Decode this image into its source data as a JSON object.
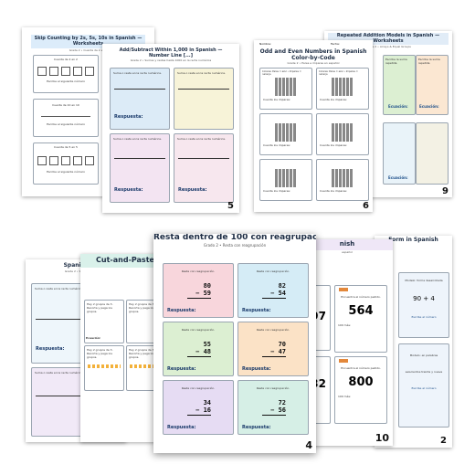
{
  "sheets": {
    "skip": {
      "title": "Skip Counting by 2s, 5s, 10s in Spanish — Worksheets",
      "subtitle": "Grade 2 • Cuenta de 2 en 2",
      "rows": [
        "Cuenta de 2 en 2",
        "Cuenta de 10 en 10",
        "Cuenta de 5 en 5"
      ],
      "prompt": "Escribe el siguiente número"
    },
    "add": {
      "title": "Add/Subtract Within 1,000 in Spanish — Number Line [...]",
      "subtitle": "Grade 2 • Sumas y restas hasta 1000 en la recta numérica",
      "card_text": "Suma o resta en la recta numérica.",
      "answer": "Respuesta:",
      "page": "5"
    },
    "odd": {
      "title": "Odd and Even Numbers in Spanish Color-by-Code",
      "subtitle": "Grade 2 • Pares e impares en español",
      "header_name": "Nombre:",
      "header_date": "Fecha:",
      "card_text": "Colorea: Pares = azul • Impares = naranja",
      "card_label": "Cuenta los impares:",
      "page": "6"
    },
    "rep": {
      "title": "Repeated Addition Models in Spanish — Worksheets",
      "subtitle": "Grade 2 • Arrays & Equal Groups",
      "header_name": "Nombre:",
      "header_date": "Fecha:",
      "card_text": "Escribe la suma repetida",
      "equation": "Ecuación:",
      "page": "9"
    },
    "spanish": {
      "title": "Spanish",
      "subtitle": "Grade 2 • Suma",
      "card_text": "Suma o resta en la recta numérica.",
      "answer": "Respuesta:"
    },
    "cut": {
      "title": "Cut-and-Paste",
      "card_text": "Hay 2 grupos de 3. Recorta y pega los grupos.",
      "label": "Ecuación:"
    },
    "resta": {
      "title": "Resta dentro de 100 con reagrupación",
      "subtitle": "Grado 2 • Resta con reagrupación",
      "card_text": "Resta con reagrupación.",
      "answer": "Respuesta:",
      "page": "4",
      "problems": [
        {
          "top": "80",
          "bottom": "− 59",
          "color": "#f8d6dc"
        },
        {
          "top": "82",
          "bottom": "− 54",
          "color": "#d5ecf6"
        },
        {
          "top": "55",
          "bottom": "− 48",
          "color": "#dcefd2"
        },
        {
          "top": "70",
          "bottom": "− 47",
          "color": "#fbe2c6"
        },
        {
          "top": "34",
          "bottom": "− 16",
          "color": "#e6dcf3"
        },
        {
          "top": "72",
          "bottom": "− 56",
          "color": "#d6efe6"
        }
      ]
    },
    "nish": {
      "title": "nish",
      "subtitle": "español",
      "numbers": [
        "97",
        "564",
        "32",
        "800"
      ],
      "card_text": "Encuentra el número pedido.",
      "footer": "100 más:",
      "page": "10"
    },
    "form": {
      "title": "Form in Spanish",
      "items": [
        {
          "label": "Modelo: forma desarrollada",
          "value": "90 + 4",
          "footer": "Escribe el número"
        },
        {
          "label": "Modelo: en palabras",
          "value": "seiscientos treinta y nueve",
          "footer": "Escribe el número"
        }
      ],
      "page": "2"
    }
  }
}
